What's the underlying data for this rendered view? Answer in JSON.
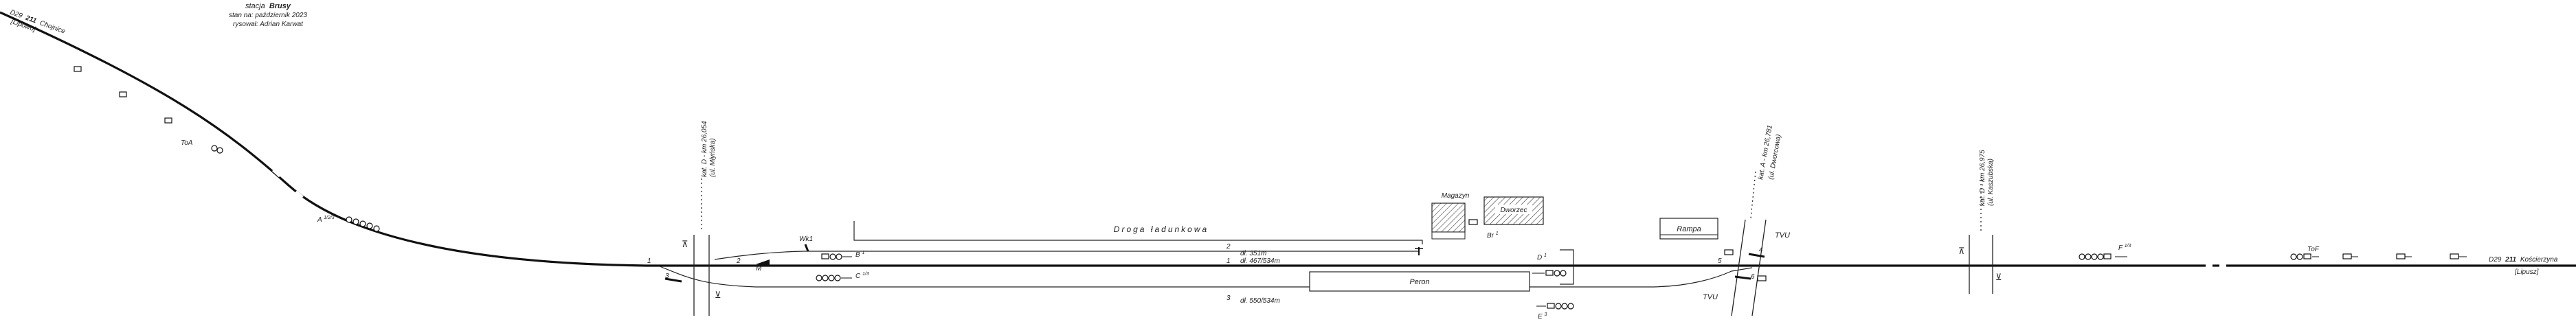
{
  "header": {
    "station_label": "stacja",
    "station_name": "Brusy",
    "state": "stan na: październik 2023",
    "author": "rysował: Adrian Karwat"
  },
  "lines": {
    "left_id": "D29",
    "left_number": "211",
    "left_to": "Chojnice",
    "left_station": "[Lipowo]",
    "right_id": "D29",
    "right_number": "211",
    "right_to": "Kościerzyna",
    "right_station": "[Lipusz]"
  },
  "tracks": {
    "track_2_number": "2",
    "track_2_length": "dł. 351m",
    "track_1_number": "1",
    "track_1_length": "dł. 467/534m",
    "track_3_number": "3",
    "track_3_length": "dł. 550/534m"
  },
  "switches": {
    "sw1": "1",
    "sw2": "2",
    "sw3": "3",
    "sw4": "4",
    "sw5": "5",
    "sw6": "6"
  },
  "crossings": {
    "left_label": "kat. D - km 26,054",
    "left_street": "(ul. Młyńska)",
    "mid_label": "kat. A - km 26,781",
    "mid_street": "(ul. Dworcowa)",
    "right_label": "kat. D - km 26,975",
    "right_street": "(ul. Kaszubska)"
  },
  "buildings": {
    "road_label": "Droga ładunkowa",
    "peron": "Peron",
    "magazyn": "Magazyn",
    "dworzec": "Dworzec",
    "rampa": "Rampa"
  },
  "signals": {
    "toa_left": "ToA",
    "a_left": "A",
    "a_sup": "1/2/3",
    "wk1": "Wk1",
    "b1": "B",
    "b1_sup": "1",
    "c": "C",
    "c_sup": "1/3",
    "br": "Br",
    "br_sup": "1",
    "d": "D",
    "d_sup": "1",
    "e": "E",
    "e_sup": "3",
    "tvu_top": "TVU",
    "tvu_bottom": "TVU",
    "f": "F",
    "f_sup": "1/3",
    "tof": "ToF",
    "m": "M"
  }
}
